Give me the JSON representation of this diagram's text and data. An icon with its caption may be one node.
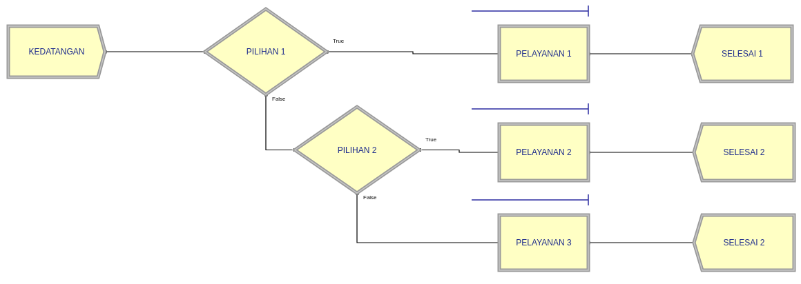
{
  "diagram": {
    "nodes": [
      {
        "text": [
          "KEDATANGAN"
        ]
      },
      {
        "text": [
          "PILIHAN 1"
        ]
      },
      {
        "text": [
          "PILIHAN 2"
        ]
      },
      {
        "text": [
          "PELAYANAN 1"
        ]
      },
      {
        "text": [
          "SELESAI 1"
        ]
      },
      {
        "text": [
          "PELAYANAN 2"
        ]
      },
      {
        "text": [
          "SELESAI 2"
        ]
      },
      {
        "text": [
          "PELAYANAN 3"
        ]
      },
      {
        "text": [
          "SELESAI 2"
        ]
      }
    ],
    "edges": [
      {
        "from": 0,
        "to": 1,
        "arrow": "other"
      },
      {
        "from": 1,
        "to": 3,
        "arrow": "other",
        "label": "True"
      },
      {
        "from": 1,
        "to": 2,
        "arrow": "other",
        "label": "False"
      },
      {
        "from": 3,
        "to": 4,
        "arrow": "other"
      },
      {
        "from": 2,
        "to": 5,
        "arrow": "other",
        "label": "True"
      },
      {
        "from": 2,
        "to": 7,
        "arrow": "other",
        "label": "False"
      },
      {
        "from": 5,
        "to": 6,
        "arrow": "other"
      },
      {
        "from": 7,
        "to": 8,
        "arrow": "other"
      }
    ]
  }
}
